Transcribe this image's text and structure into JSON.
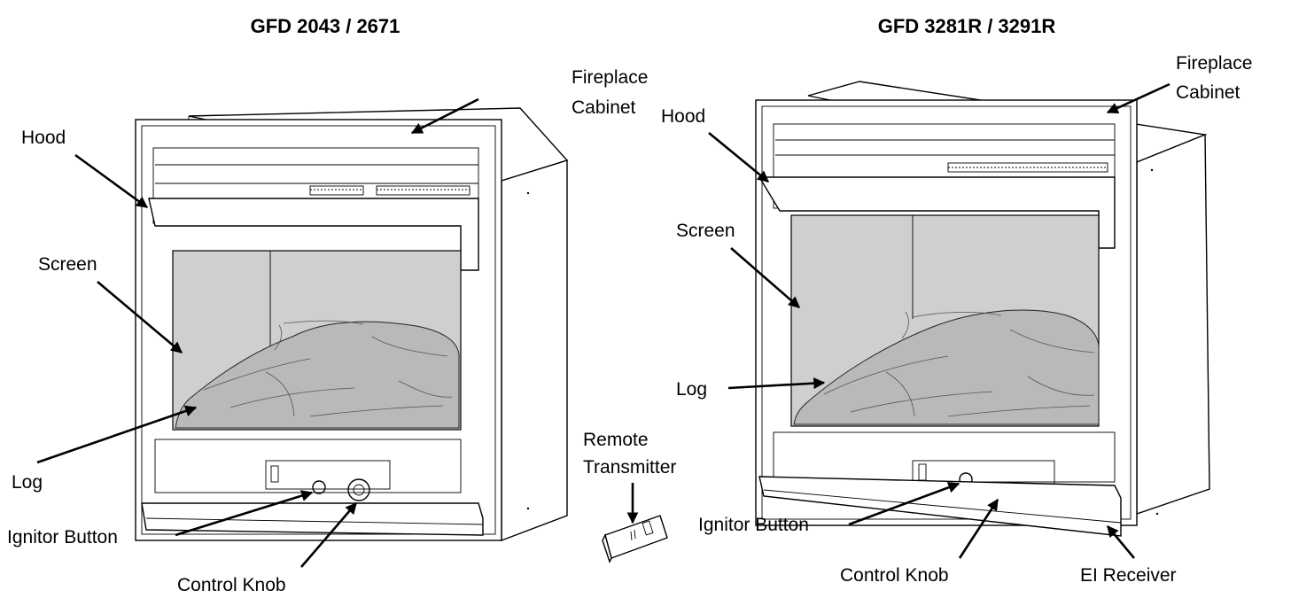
{
  "left_unit": {
    "title": "GFD 2043 / 2671",
    "labels": {
      "fireplace_cabinet": [
        "Fireplace",
        "Cabinet"
      ],
      "hood": "Hood",
      "screen": "Screen",
      "log": "Log",
      "ignitor_button": "Ignitor Button",
      "control_knob": "Control Knob"
    }
  },
  "right_unit": {
    "title": "GFD 3281R / 3291R",
    "labels": {
      "fireplace_cabinet": [
        "Fireplace",
        "Cabinet"
      ],
      "hood": "Hood",
      "screen": "Screen",
      "log": "Log",
      "ignitor_button": "Ignitor Button",
      "control_knob": "Control Knob",
      "ei_receiver": "EI Receiver"
    }
  },
  "remote": {
    "label": [
      "Remote",
      "Transmitter"
    ]
  }
}
